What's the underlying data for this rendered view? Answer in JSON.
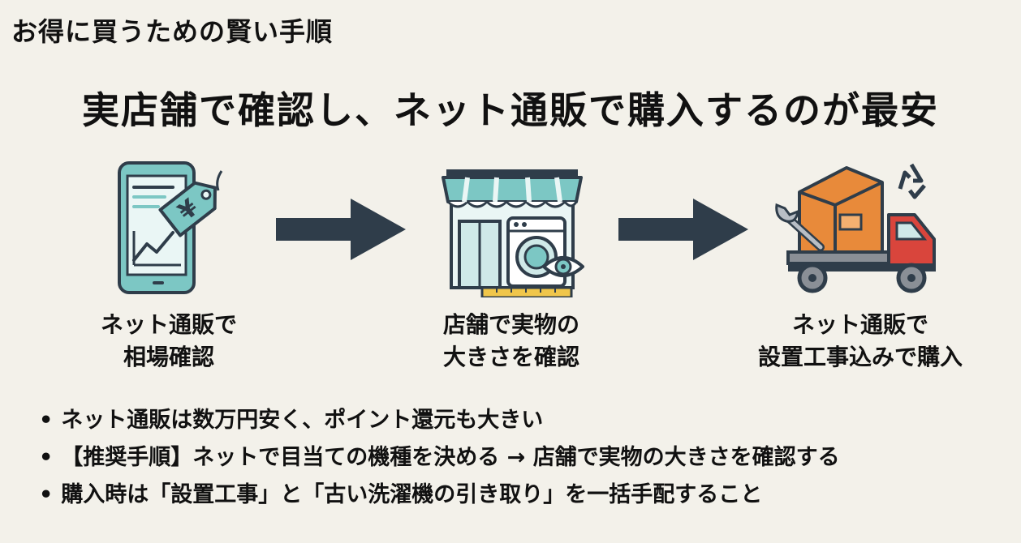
{
  "header": {
    "title": "お得に買うための賢い手順"
  },
  "main": {
    "title": "実店舗で確認し、ネット通販で購入するのが最安"
  },
  "steps": [
    {
      "icon": "smartphone-price-tag-icon",
      "line1": "ネット通販で",
      "line2": "相場確認",
      "tag_text": "¥"
    },
    {
      "icon": "store-washing-machine-eye-icon",
      "line1": "店舗で実物の",
      "line2": "大きさを確認"
    },
    {
      "icon": "delivery-truck-box-icon",
      "line1": "ネット通販で",
      "line2": "設置工事込みで購入"
    }
  ],
  "bullets": [
    "ネット通販は数万円安く、ポイント還元も大きい",
    "【推奨手順】ネットで目当ての機種を決める → 店舗で実物の大きさを確認する",
    "購入時は「設置工事」と「古い洗濯機の引き取り」を一括手配すること"
  ],
  "colors": {
    "background": "#f3f1ea",
    "teal": "#7cc7c4",
    "dark": "#2f3d4a",
    "orange": "#e88a3a",
    "red": "#d9453c",
    "yellow": "#f0c64a"
  }
}
